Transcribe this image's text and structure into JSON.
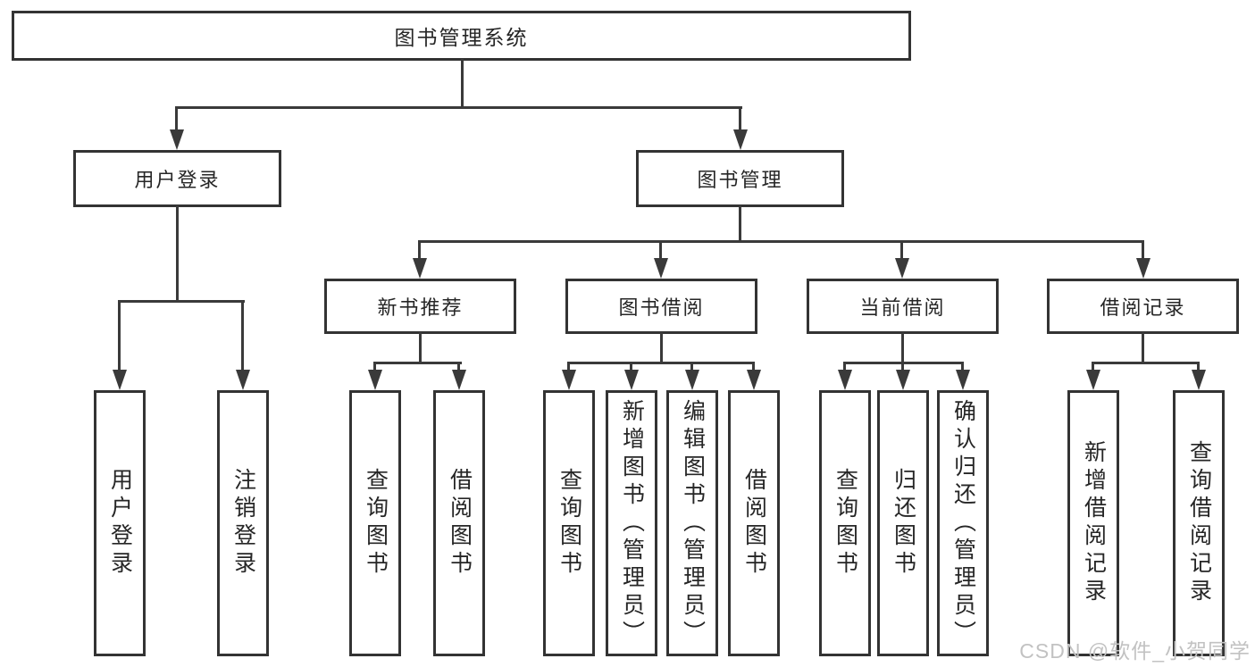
{
  "page": {
    "watermark": "CSDN @软件_小贺同学"
  },
  "colors": {
    "bg": "#ffffff",
    "line": "#3a3a3a",
    "border": "#333333",
    "text": "#262626",
    "watermark": "#c2c2c2"
  },
  "tree": {
    "label": "图书管理系统",
    "children": [
      {
        "label": "用户登录",
        "children": [
          {
            "label": "用户登录"
          },
          {
            "label": "注销登录"
          }
        ]
      },
      {
        "label": "图书管理",
        "children": [
          {
            "label": "新书推荐",
            "children": [
              {
                "label": "查询图书"
              },
              {
                "label": "借阅图书"
              }
            ]
          },
          {
            "label": "图书借阅",
            "children": [
              {
                "label": "查询图书"
              },
              {
                "label": "新增图书（管理员）"
              },
              {
                "label": "编辑图书（管理员）"
              },
              {
                "label": "借阅图书"
              }
            ]
          },
          {
            "label": "当前借阅",
            "children": [
              {
                "label": "查询图书"
              },
              {
                "label": "归还图书"
              },
              {
                "label": "确认归还（管理员）"
              }
            ]
          },
          {
            "label": "借阅记录",
            "children": [
              {
                "label": "新增借阅记录"
              },
              {
                "label": "查询借阅记录"
              }
            ]
          }
        ]
      }
    ]
  }
}
